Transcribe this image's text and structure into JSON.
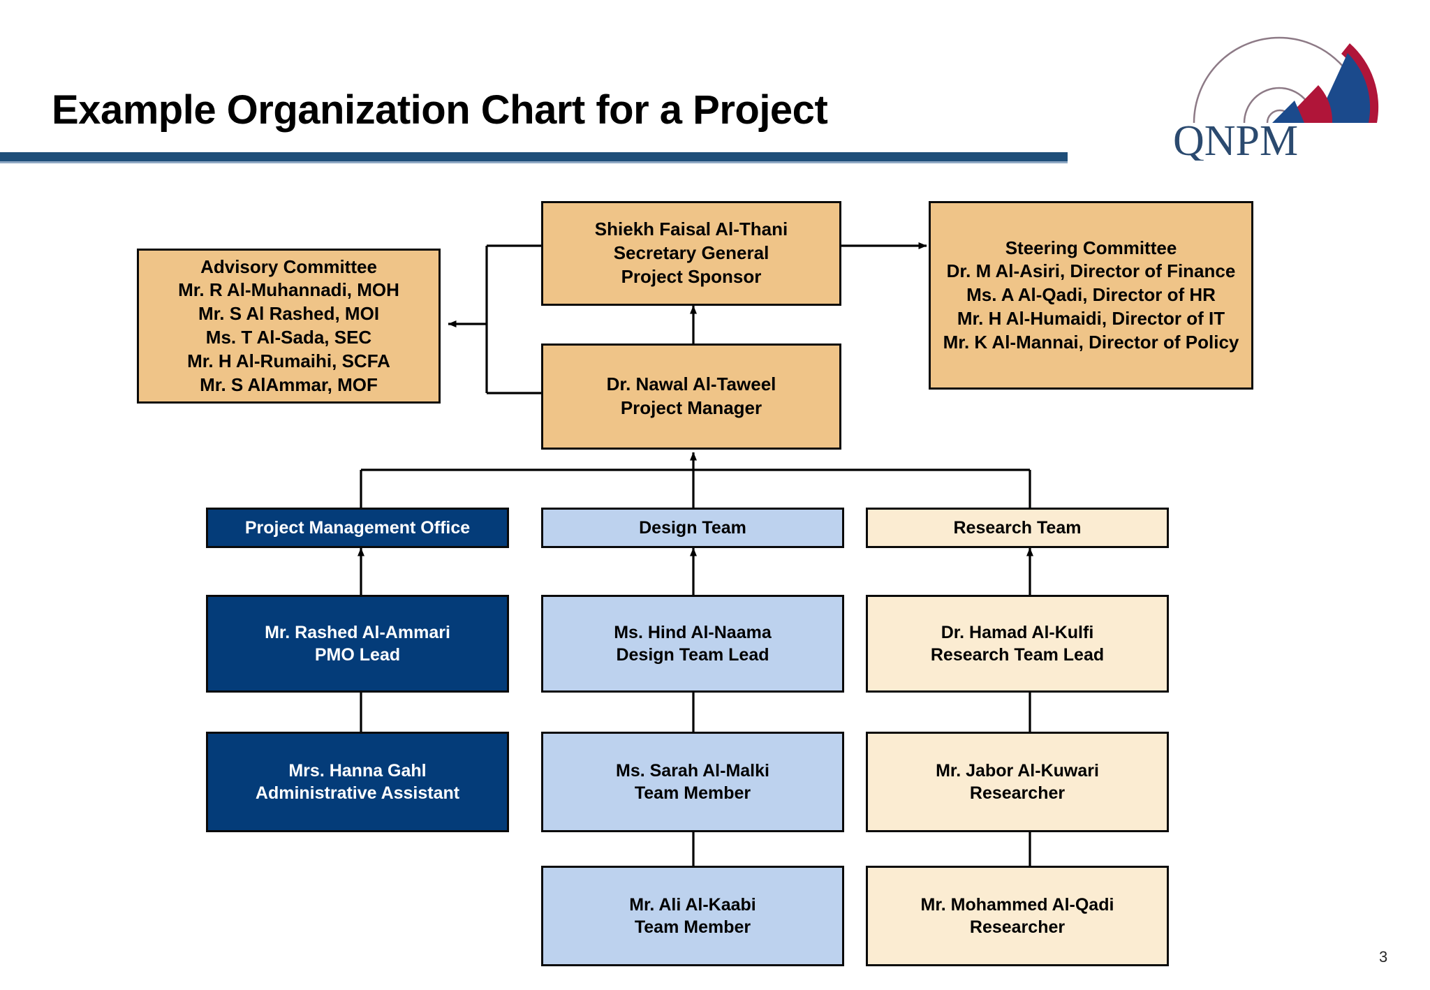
{
  "slide": {
    "title": "Example Organization Chart for a Project",
    "page_number": "3",
    "logo_text": "QNPM",
    "background": "#ffffff",
    "rule_color": "#1f4e79"
  },
  "palette": {
    "tan": "#efc488",
    "navy": "#043c79",
    "light_blue": "#bdd2ee",
    "cream": "#fbecd2",
    "border": "#0a0a0a",
    "logo_blue": "#1b4a8c",
    "logo_crimson": "#b01539",
    "logo_arc_gray": "#8d7a86"
  },
  "chart_data": {
    "type": "org-chart",
    "nodes": [
      {
        "id": "sponsor",
        "style": "tan",
        "lines": [
          "Shiekh Faisal Al-Thani",
          "Secretary General",
          "Project Sponsor"
        ]
      },
      {
        "id": "advisory-committee",
        "style": "tan",
        "lines": [
          "Advisory Committee",
          "Mr. R Al-Muhannadi, MOH",
          "Mr. S Al Rashed, MOI",
          "Ms. T Al-Sada, SEC",
          "Mr. H Al-Rumaihi, SCFA",
          "Mr. S AlAmmar, MOF"
        ]
      },
      {
        "id": "steering-committee",
        "style": "tan",
        "lines": [
          "Steering Committee",
          "Dr. M Al-Asiri, Director of Finance",
          "Ms. A Al-Qadi, Director of HR",
          "Mr. H Al-Humaidi, Director of IT",
          "Mr. K Al-Mannai, Director of Policy"
        ]
      },
      {
        "id": "project-manager",
        "style": "tan",
        "lines": [
          "Dr. Nawal Al-Taweel",
          "Project Manager"
        ]
      },
      {
        "id": "pmo-header",
        "style": "navy",
        "lines": [
          "Project Management Office"
        ]
      },
      {
        "id": "design-header",
        "style": "light_blue",
        "lines": [
          "Design Team"
        ]
      },
      {
        "id": "research-header",
        "style": "cream",
        "lines": [
          "Research Team"
        ]
      },
      {
        "id": "pmo-lead",
        "style": "navy",
        "lines": [
          "Mr. Rashed Al-Ammari",
          "PMO Lead"
        ]
      },
      {
        "id": "design-lead",
        "style": "light_blue",
        "lines": [
          "Ms. Hind Al-Naama",
          "Design Team Lead"
        ]
      },
      {
        "id": "research-lead",
        "style": "cream",
        "lines": [
          "Dr. Hamad Al-Kulfi",
          "Research Team Lead"
        ]
      },
      {
        "id": "pmo-assistant",
        "style": "navy",
        "lines": [
          "Mrs. Hanna Gahl",
          "Administrative Assistant"
        ]
      },
      {
        "id": "design-member-1",
        "style": "light_blue",
        "lines": [
          "Ms. Sarah Al-Malki",
          "Team Member"
        ]
      },
      {
        "id": "research-member-1",
        "style": "cream",
        "lines": [
          "Mr. Jabor Al-Kuwari",
          "Researcher"
        ]
      },
      {
        "id": "design-member-2",
        "style": "light_blue",
        "lines": [
          "Mr. Ali Al-Kaabi",
          "Team Member"
        ]
      },
      {
        "id": "research-member-2",
        "style": "cream",
        "lines": [
          "Mr. Mohammed Al-Qadi",
          "Researcher"
        ]
      }
    ],
    "edges": [
      {
        "from": "sponsor",
        "to": "steering-committee",
        "arrow": true
      },
      {
        "from": "sponsor",
        "to": "advisory-committee",
        "arrow": true
      },
      {
        "from": "project-manager",
        "to": "advisory-committee",
        "arrow": true
      },
      {
        "from": "project-manager",
        "to": "sponsor",
        "arrow": true
      },
      {
        "from": "pmo-header",
        "to": "project-manager",
        "arrow": true
      },
      {
        "from": "design-header",
        "to": "project-manager",
        "arrow": true
      },
      {
        "from": "research-header",
        "to": "project-manager",
        "arrow": true
      },
      {
        "from": "pmo-lead",
        "to": "pmo-header",
        "arrow": true
      },
      {
        "from": "design-lead",
        "to": "design-header",
        "arrow": true
      },
      {
        "from": "research-lead",
        "to": "research-header",
        "arrow": true
      },
      {
        "from": "pmo-assistant",
        "to": "pmo-lead",
        "arrow": false
      },
      {
        "from": "design-member-1",
        "to": "design-lead",
        "arrow": false
      },
      {
        "from": "research-member-1",
        "to": "research-lead",
        "arrow": false
      },
      {
        "from": "design-member-2",
        "to": "design-member-1",
        "arrow": false
      },
      {
        "from": "research-member-2",
        "to": "research-member-1",
        "arrow": false
      }
    ]
  },
  "boxes": {
    "sponsor": {
      "l1": "Shiekh Faisal Al-Thani",
      "l2": "Secretary General",
      "l3": "Project Sponsor"
    },
    "advisory": {
      "l1": "Advisory Committee",
      "l2": "Mr. R Al-Muhannadi, MOH",
      "l3": "Mr. S Al Rashed, MOI",
      "l4": "Ms. T Al-Sada, SEC",
      "l5": "Mr. H Al-Rumaihi, SCFA",
      "l6": "Mr. S AlAmmar, MOF"
    },
    "steering": {
      "l1": "Steering Committee",
      "l2": "Dr. M Al-Asiri, Director of Finance",
      "l3": "Ms. A Al-Qadi, Director of HR",
      "l4": "Mr. H Al-Humaidi, Director of IT",
      "l5": "Mr. K Al-Mannai, Director of Policy"
    },
    "pm": {
      "l1": "Dr. Nawal Al-Taweel",
      "l2": "Project Manager"
    },
    "pmo_header": {
      "l1": "Project Management Office"
    },
    "design_header": {
      "l1": "Design Team"
    },
    "research_header": {
      "l1": "Research Team"
    },
    "pmo_lead": {
      "l1": "Mr. Rashed Al-Ammari",
      "l2": "PMO Lead"
    },
    "design_lead": {
      "l1": "Ms. Hind Al-Naama",
      "l2": "Design Team Lead"
    },
    "research_lead": {
      "l1": "Dr. Hamad Al-Kulfi",
      "l2": "Research Team Lead"
    },
    "pmo_assistant": {
      "l1": "Mrs. Hanna Gahl",
      "l2": "Administrative Assistant"
    },
    "design_member_1": {
      "l1": "Ms. Sarah Al-Malki",
      "l2": "Team Member"
    },
    "research_member_1": {
      "l1": "Mr. Jabor Al-Kuwari",
      "l2": "Researcher"
    },
    "design_member_2": {
      "l1": "Mr. Ali Al-Kaabi",
      "l2": "Team Member"
    },
    "research_member_2": {
      "l1": "Mr. Mohammed Al-Qadi",
      "l2": "Researcher"
    }
  }
}
